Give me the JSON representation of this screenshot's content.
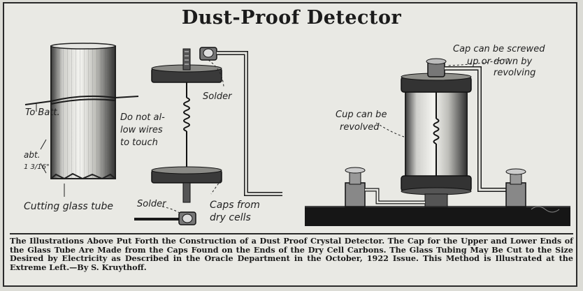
{
  "title": "Dust-Proof Detector",
  "labels": {
    "to_batt": "To Batt.",
    "do_not_allow_1": "Do not al-",
    "do_not_allow_2": "low wires",
    "do_not_allow_3": "to touch",
    "abt_1": "abt.",
    "abt_2": "1 3/16\"",
    "cutting_glass_tube": "Cutting glass tube",
    "solder_top": "Solder",
    "solder_bottom": "Solder",
    "caps_from_1": "Caps from",
    "caps_from_2": "dry cells",
    "cap_screw_1": "Cap can be screwed",
    "cap_screw_2": "up or down by",
    "cap_screw_3": "revolving",
    "cup_revolved_1": "Cup can be",
    "cup_revolved_2": "revolved"
  },
  "caption": "The Illustrations Above Put Forth the Construction of a Dust Proof Crystal Detector. The Cap for the Upper and Lower Ends of the Glass Tube Are Made from the Caps Found on the Ends of the Dry Cell Carbons. The Glass Tubing May Be Cut to the Size Desired by Electricity as Described in the Oracle Department in the October, 1922 Issue. This Method is Illustrated at the Extreme Left.—By S. Kruythoff."
}
